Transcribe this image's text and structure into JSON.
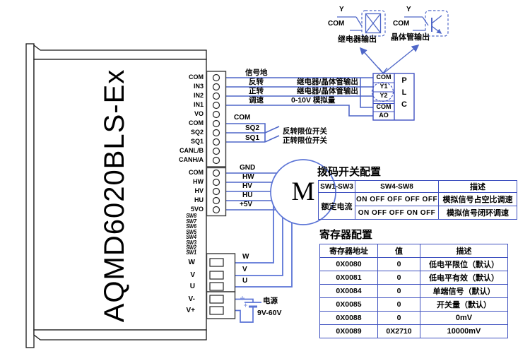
{
  "device": {
    "model": "AQMD6020BLS-Ex"
  },
  "colors": {
    "wire_blue": "#4f67c8",
    "table_border": "#3f51c0",
    "text": "#000000"
  },
  "output_examples": {
    "relay": {
      "y": "Y",
      "com": "COM",
      "caption": "继电器输出"
    },
    "transistor": {
      "y": "Y",
      "com": "COM",
      "caption": "晶体管输出"
    }
  },
  "plc": {
    "cells": [
      "COM",
      "Y1",
      "Y2",
      "COM",
      "AO"
    ],
    "letters": [
      "P",
      "L",
      "C"
    ]
  },
  "pins": {
    "top": [
      "COM",
      "IN3",
      "IN2",
      "IN1",
      "VO",
      "COM",
      "SQ2",
      "SQ1",
      "CANL/B",
      "CANH/A"
    ],
    "hall": [
      "COM",
      "HW",
      "HV",
      "HU",
      "5VO"
    ],
    "dip": [
      "SW8",
      "SW7",
      "SW6",
      "SW5",
      "SW4",
      "SW3",
      "SW2",
      "SW1"
    ],
    "power": [
      "W",
      "V",
      "U",
      "V-",
      "V+"
    ]
  },
  "wire_labels": {
    "signal_ground": "信号地",
    "reverse": "反转",
    "forward": "正转",
    "speed": "调速",
    "relay_out_1": "继电器/晶体管输出",
    "relay_out_2": "继电器/晶体管输出",
    "analog": "0-10V 模拟量",
    "com": "COM",
    "sq2": "SQ2",
    "sq1": "SQ1",
    "reverse_limit": "反转限位开关",
    "forward_limit": "正转限位开关",
    "gnd": "GND",
    "hw": "HW",
    "hv": "HV",
    "hu": "HU",
    "p5v": "+5V",
    "w": "W",
    "v": "V",
    "u": "U",
    "motor": "M",
    "power": "电源",
    "power_range": "9V-60V"
  },
  "dip_table": {
    "title": "拨码开关配置",
    "headers": [
      "SW1-SW3",
      "SW4-SW8",
      "描述"
    ],
    "merged_cell": "额定电流",
    "rows": [
      {
        "sw": "ON OFF OFF OFF OFF",
        "desc": "模拟信号占空比调速"
      },
      {
        "sw": "ON OFF OFF ON OFF",
        "desc": "模拟信号闭环调速"
      }
    ]
  },
  "register_table": {
    "title": "寄存器配置",
    "headers": [
      "寄存器地址",
      "值",
      "描述"
    ],
    "rows": [
      {
        "addr": "0X0080",
        "value": "0",
        "desc": "低电平限位（默认）"
      },
      {
        "addr": "0X0081",
        "value": "0",
        "desc": "低电平有效（默认）"
      },
      {
        "addr": "0X0084",
        "value": "0",
        "desc": "单端信号（默认）"
      },
      {
        "addr": "0X0085",
        "value": "0",
        "desc": "开关量（默认）"
      },
      {
        "addr": "0X0088",
        "value": "0",
        "desc": "0mV"
      },
      {
        "addr": "0X0089",
        "value": "0X2710",
        "desc": "10000mV"
      }
    ]
  }
}
